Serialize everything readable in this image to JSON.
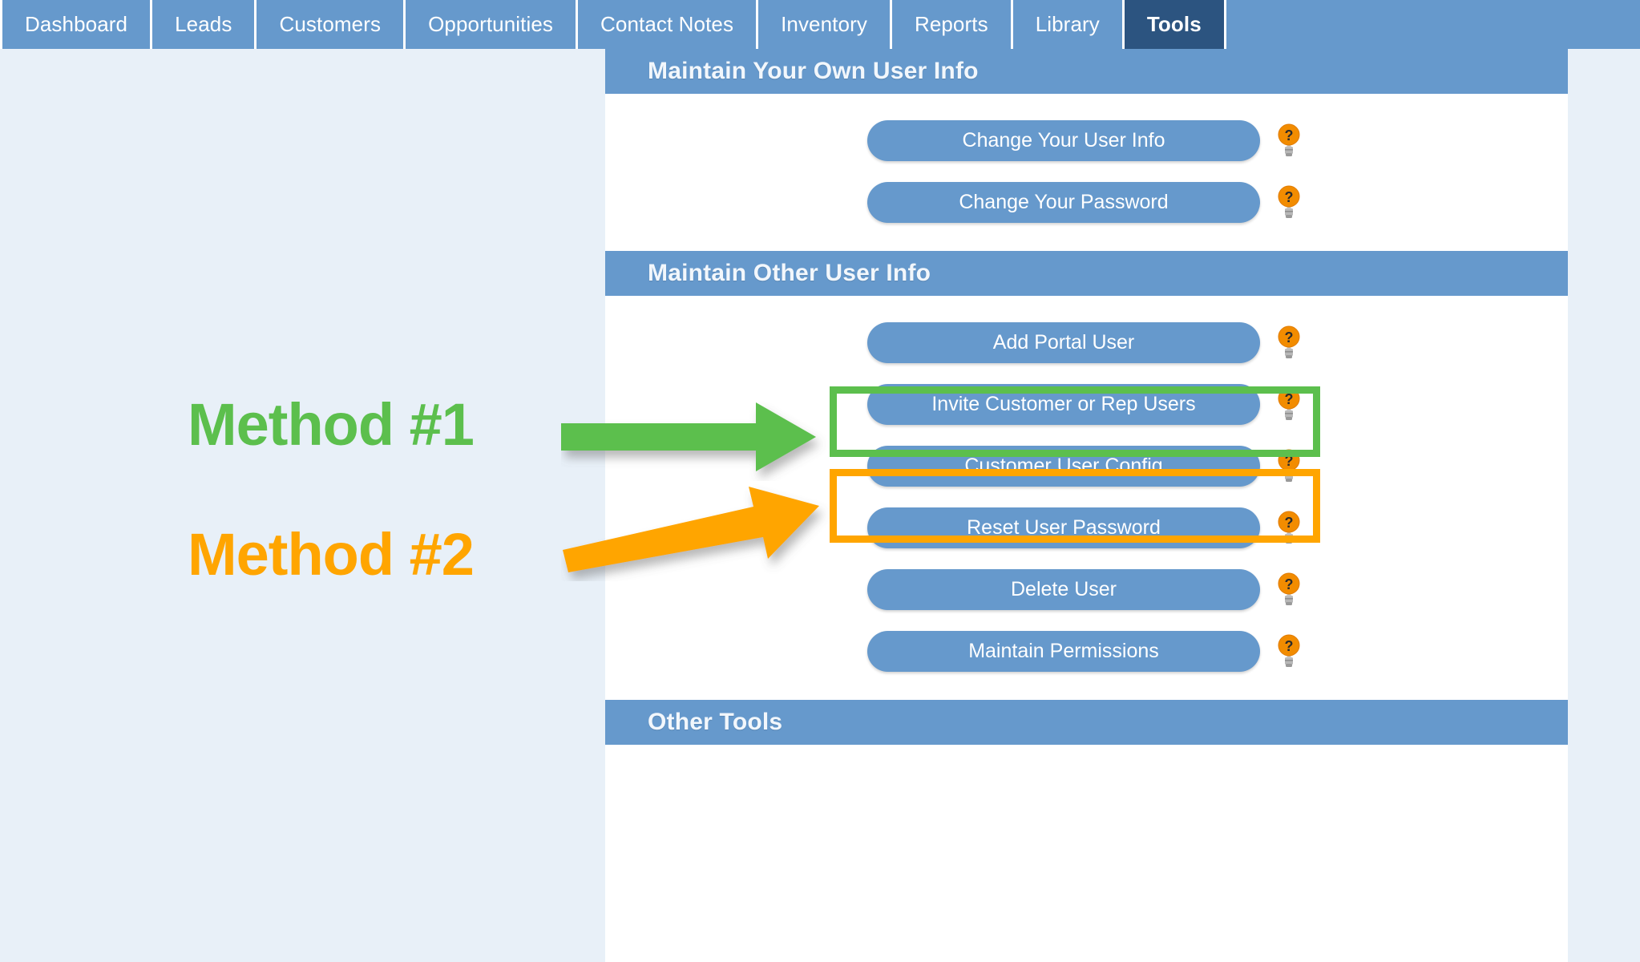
{
  "nav": {
    "tabs": [
      {
        "label": "Dashboard",
        "active": false
      },
      {
        "label": "Leads",
        "active": false
      },
      {
        "label": "Customers",
        "active": false
      },
      {
        "label": "Opportunities",
        "active": false
      },
      {
        "label": "Contact Notes",
        "active": false
      },
      {
        "label": "Inventory",
        "active": false
      },
      {
        "label": "Reports",
        "active": false
      },
      {
        "label": "Library",
        "active": false
      },
      {
        "label": "Tools",
        "active": true
      }
    ]
  },
  "sections": [
    {
      "title": "Maintain Your Own User Info",
      "buttons": [
        {
          "label": "Change Your User Info",
          "help_icon": "lightbulb-help-icon"
        },
        {
          "label": "Change Your Password",
          "help_icon": "lightbulb-help-icon"
        }
      ]
    },
    {
      "title": "Maintain Other User Info",
      "buttons": [
        {
          "label": "Add Portal User",
          "help_icon": "lightbulb-help-icon"
        },
        {
          "label": "Invite Customer or Rep Users",
          "help_icon": "lightbulb-help-icon"
        },
        {
          "label": "Customer User Config",
          "help_icon": "lightbulb-help-icon"
        },
        {
          "label": "Reset User Password",
          "help_icon": "lightbulb-help-icon"
        },
        {
          "label": "Delete User",
          "help_icon": "lightbulb-help-icon"
        },
        {
          "label": "Maintain Permissions",
          "help_icon": "lightbulb-help-icon"
        }
      ]
    },
    {
      "title": "Other Tools",
      "buttons": []
    }
  ],
  "annotations": [
    {
      "label": "Method #1",
      "color": "#5cbf4d",
      "arrow": "straight-right-arrow",
      "target": "Add Portal User"
    },
    {
      "label": "Method #2",
      "color": "#ffa500",
      "arrow": "diagonal-up-right-arrow",
      "target": "Invite Customer or Rep Users"
    }
  ],
  "colors": {
    "page_background": "#e8f0f8",
    "nav_background": "#6699cc",
    "nav_active": "#2c5480",
    "panel_background": "#ffffff",
    "section_header": "#6699cc",
    "button": "#6699cc",
    "button_text": "#ffffff",
    "highlight_green": "#5cbf4d",
    "highlight_orange": "#ffa500",
    "help_icon_bulb": "#f28c00",
    "help_icon_base": "#9a9a9a"
  }
}
